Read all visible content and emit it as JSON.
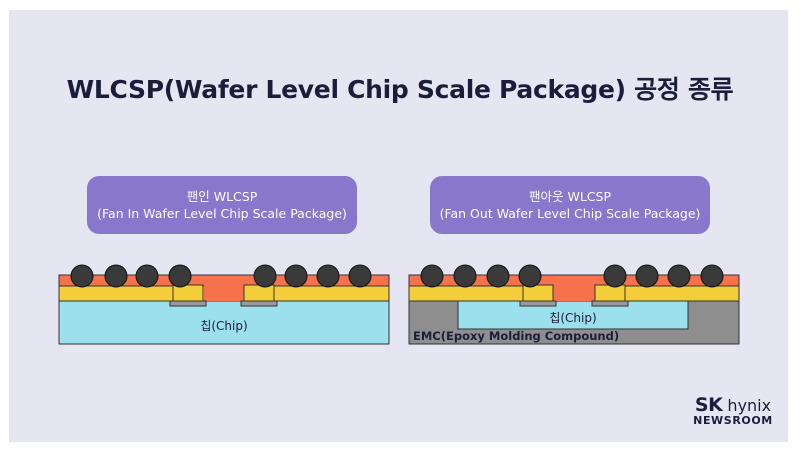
{
  "title": "WLCSP(Wafer Level Chip Scale Package) 공정 종류",
  "fan_in": {
    "name": "팬인 WLCSP",
    "full": "(Fan In Wafer Level Chip Scale Package)",
    "chip_label": "칩(Chip)"
  },
  "fan_out": {
    "name": "팬아웃 WLCSP",
    "full": "(Fan Out Wafer Level Chip Scale Package)",
    "chip_label": "칩(Chip)",
    "emc_label": "EMC(Epoxy Molding Compound)"
  },
  "logo": {
    "brand_bold": "SK",
    "brand": "hynix",
    "sub": "NEWSROOM"
  },
  "colors": {
    "background": "#e6e6f2",
    "title_text": "#1c1d3a",
    "pill": "#8778cc",
    "chip": "#9be0ec",
    "emc": "#8e8e8e",
    "redistribution_layer": "#f5724c",
    "yellow_layer": "#f4cd3a",
    "pad": "#9a9a9a",
    "solder_ball": "#3a3a3a"
  }
}
